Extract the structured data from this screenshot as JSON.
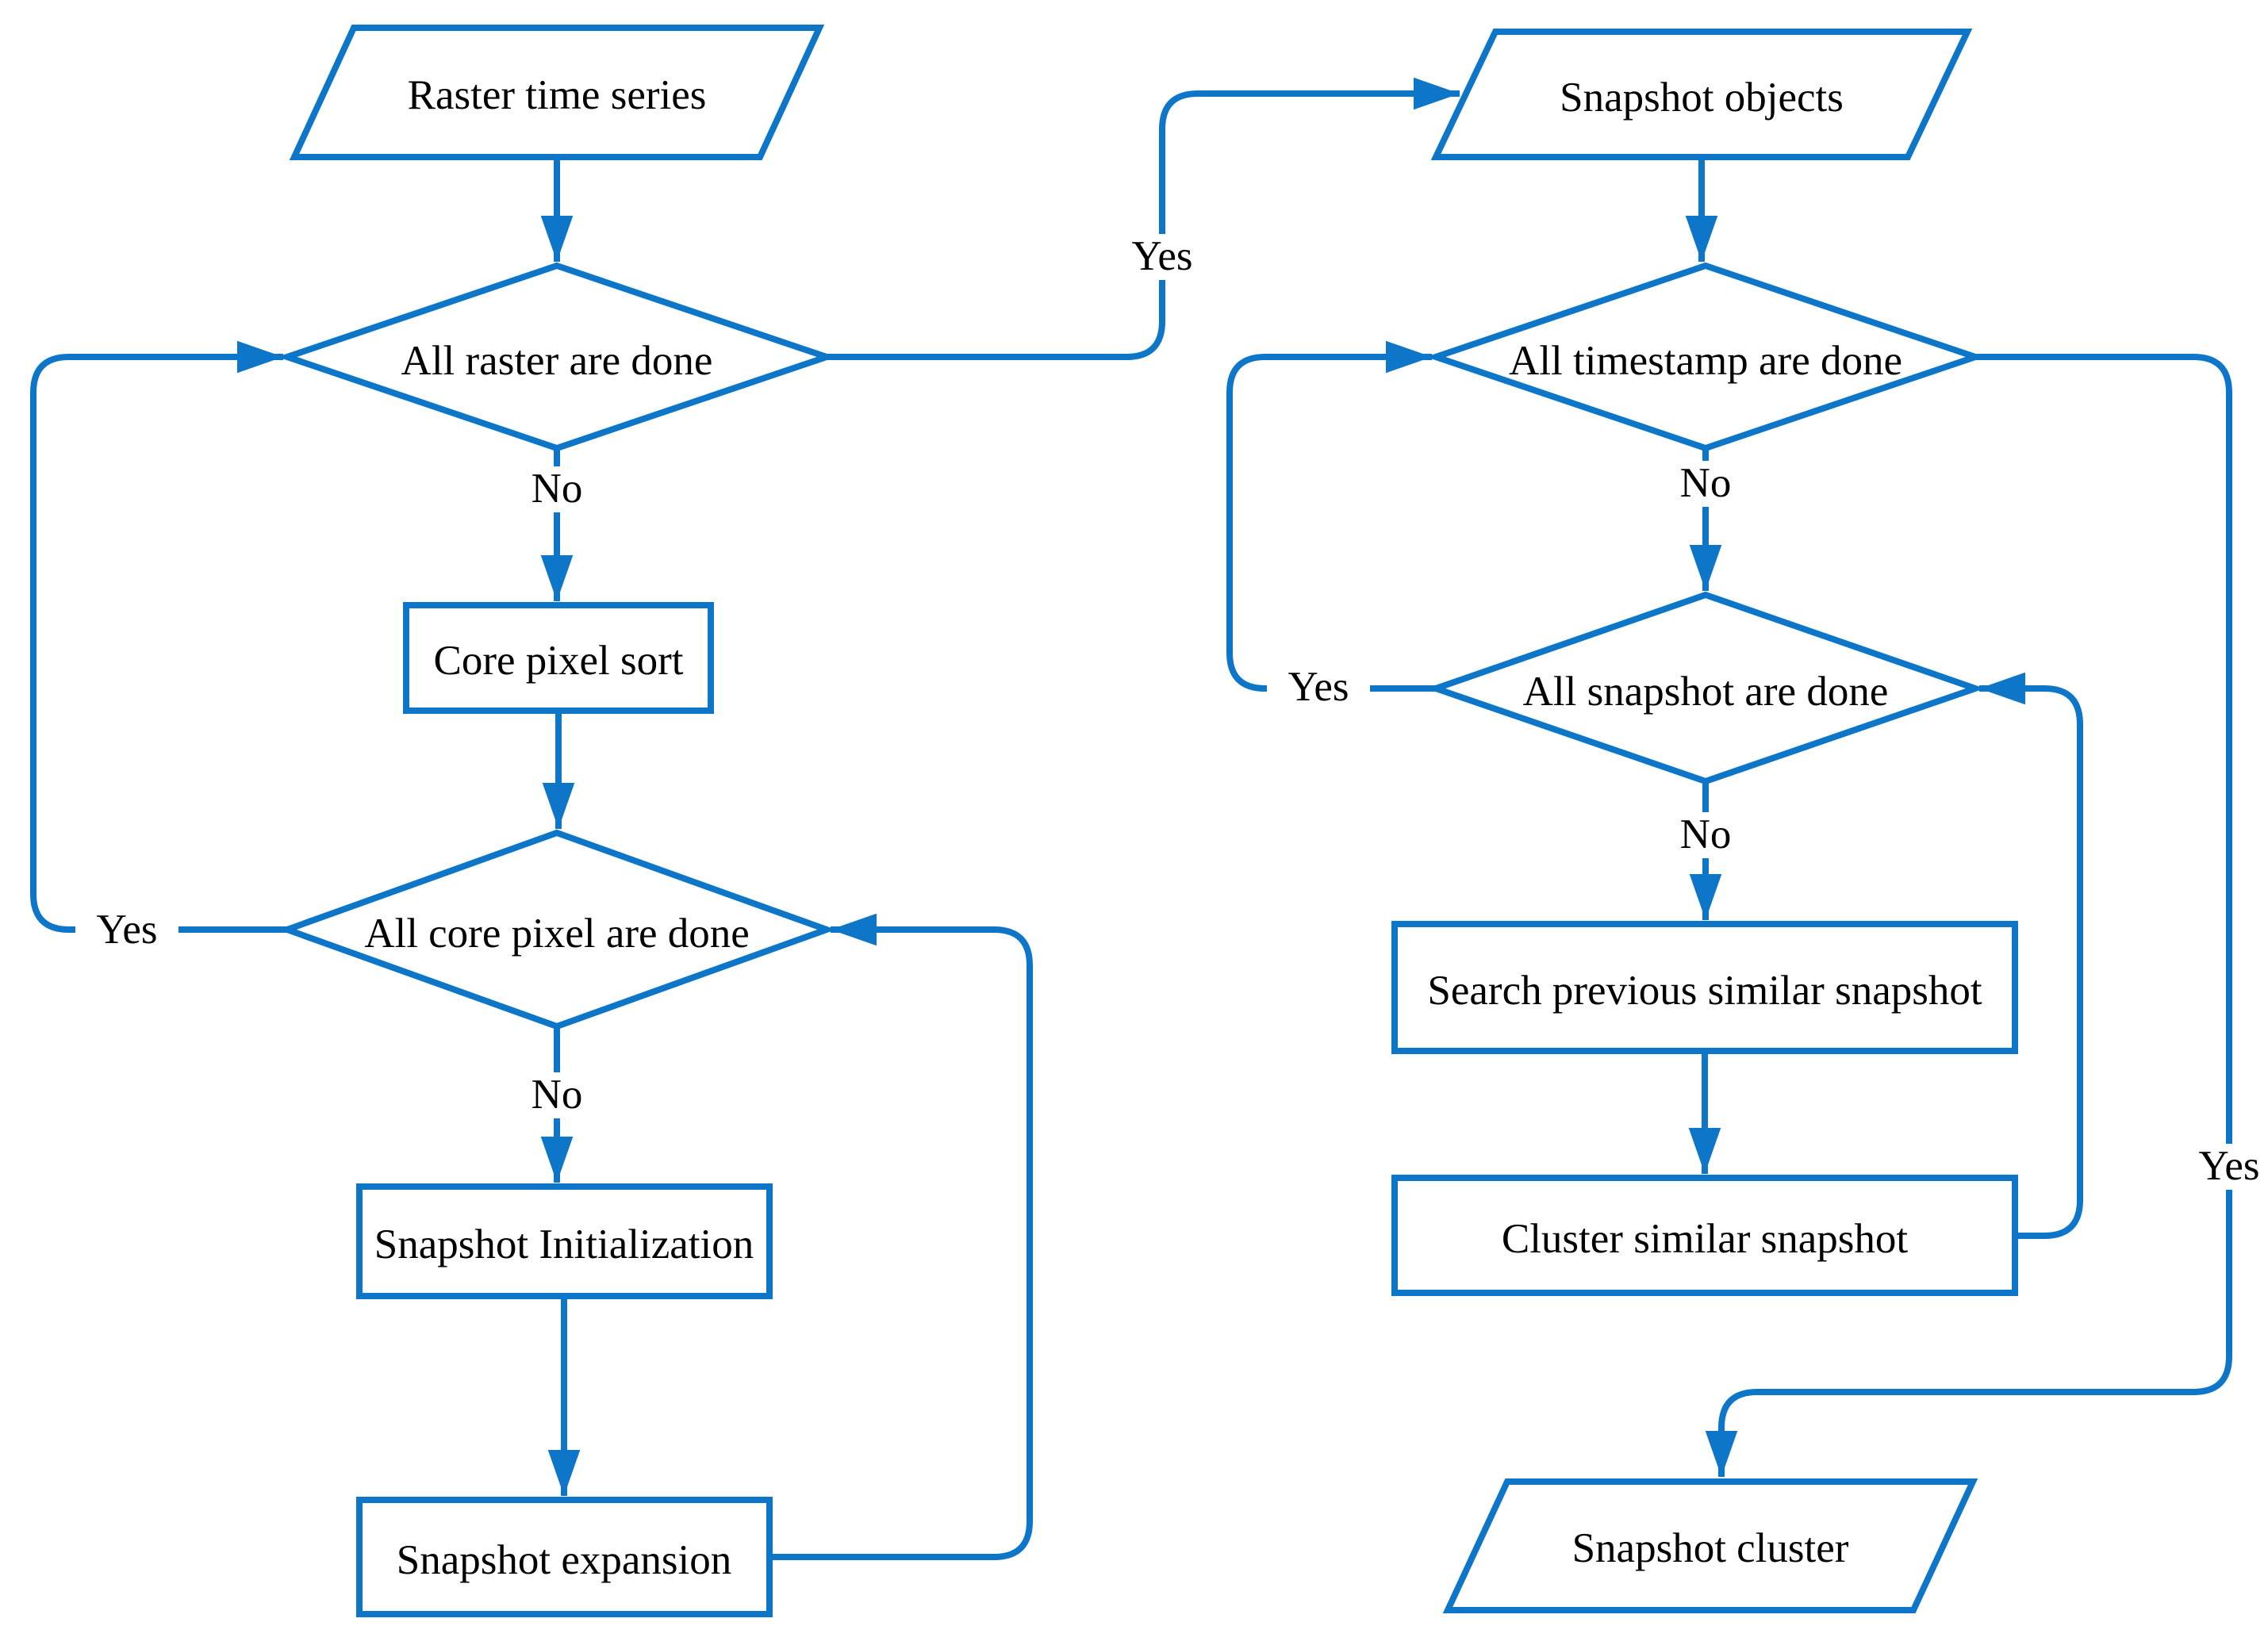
{
  "diagram": {
    "type": "flowchart",
    "colors": {
      "line": "#0d76c8",
      "text": "#000000",
      "background": "#ffffff"
    },
    "nodes": {
      "raster_time_series": {
        "label": "Raster time series",
        "shape": "parallelogram"
      },
      "all_raster_done": {
        "label": "All raster are done",
        "shape": "diamond"
      },
      "core_pixel_sort": {
        "label": "Core pixel sort",
        "shape": "rectangle"
      },
      "all_core_pixel_done": {
        "label": "All core pixel are done",
        "shape": "diamond"
      },
      "snapshot_initialization": {
        "label": "Snapshot Initialization",
        "shape": "rectangle"
      },
      "snapshot_expansion": {
        "label": "Snapshot expansion",
        "shape": "rectangle"
      },
      "snapshot_objects": {
        "label": "Snapshot objects",
        "shape": "parallelogram"
      },
      "all_timestamp_done": {
        "label": "All timestamp are done",
        "shape": "diamond"
      },
      "all_snapshot_done": {
        "label": "All snapshot are done",
        "shape": "diamond"
      },
      "search_previous_similar_snapshot": {
        "label": "Search previous similar snapshot",
        "shape": "rectangle"
      },
      "cluster_similar_snapshot": {
        "label": "Cluster similar snapshot",
        "shape": "rectangle"
      },
      "snapshot_cluster": {
        "label": "Snapshot cluster",
        "shape": "parallelogram"
      }
    },
    "edge_labels": {
      "raster_no": "No",
      "raster_yes": "Yes",
      "core_no": "No",
      "core_yes": "Yes",
      "timestamp_no": "No",
      "timestamp_yes": "Yes",
      "snapshot_no": "No",
      "snapshot_yes": "Yes"
    }
  }
}
